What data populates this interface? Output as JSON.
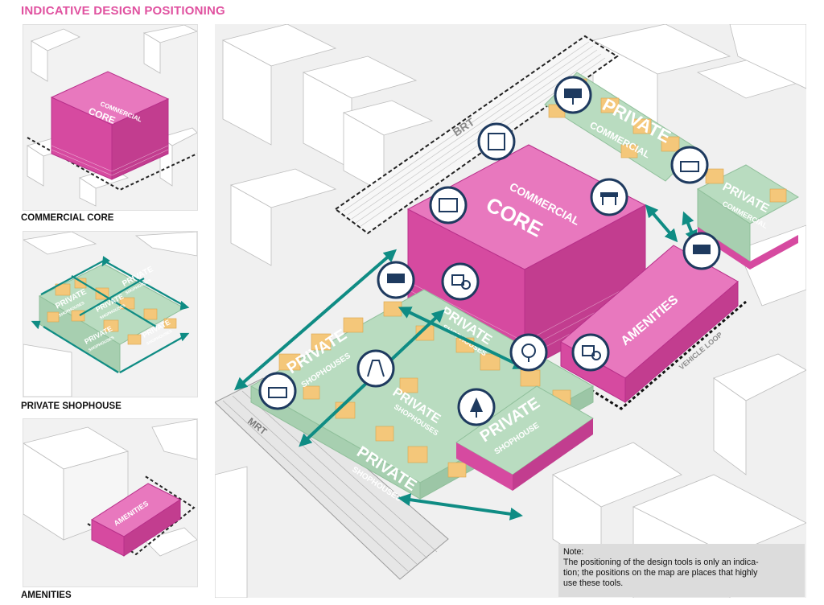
{
  "header": {
    "title": "INDICATIVE DESIGN POSITIONING"
  },
  "thumbnails": [
    {
      "caption": "COMMERCIAL CORE",
      "block_labels": [
        "COMMERCIAL",
        "CORE"
      ]
    },
    {
      "caption": "PRIVATE SHOPHOUSE",
      "block_labels": [
        "PRIVATE",
        "SHOPHOUSES",
        "PRIVATE",
        "SHOPHOUSES",
        "PRIVATE",
        "SHOPHOUSES",
        "PRIVATE",
        "SHOPHOUSES",
        "PRIVATE",
        "SHOPHOUSES"
      ]
    },
    {
      "caption": "AMENITIES",
      "block_labels": [
        "AMENITIES"
      ]
    }
  ],
  "main_map": {
    "core_label_1": "COMMERCIAL",
    "core_label_2": "CORE",
    "private_commercial_1": {
      "title": "PRIVATE",
      "sub": "COMMERCIAL"
    },
    "private_commercial_2": {
      "title": "PRIVATE",
      "sub": "COMMERCIAL"
    },
    "amenities_label": "AMENITIES",
    "shophouses": [
      {
        "title": "PRIVATE",
        "sub": "SHOPHOUSES"
      },
      {
        "title": "PRIVATE",
        "sub": "SHOPHOUSES"
      },
      {
        "title": "PRIVATE",
        "sub": "SHOPHOUSES"
      },
      {
        "title": "PRIVATE",
        "sub": "SHOPHOUSES"
      },
      {
        "title": "PRIVATE",
        "sub": "SHOPHOUSE"
      }
    ],
    "brt_label": "BRT",
    "mrt_label": "MRT",
    "vehicle_loop_label": "VEHICLE LOOP",
    "icons": [
      "solar-panel-icon",
      "planter-icon",
      "puzzle-icon",
      "stage-icon",
      "bench-icon",
      "planter-icon",
      "solar-panel-icon",
      "gallery-icon",
      "solar-panel-icon",
      "playground-swing-icon",
      "gallery-icon",
      "plant-art-icon",
      "planter-icon",
      "tree-icon"
    ]
  },
  "colors": {
    "title_pink": "#e052a0",
    "core_magenta": "#d64aa0",
    "shophouse_yellow": "#f4c77a",
    "shophouse_green": "#b9dcc0",
    "arrow_teal": "#0f8c84",
    "icon_navy": "#1e3a5f"
  },
  "note": {
    "heading": "Note:",
    "line1": "The positioning of the design tools is only an indica-",
    "line2": "tion; the positions on the map are places that highly",
    "line3": "use these tools."
  }
}
